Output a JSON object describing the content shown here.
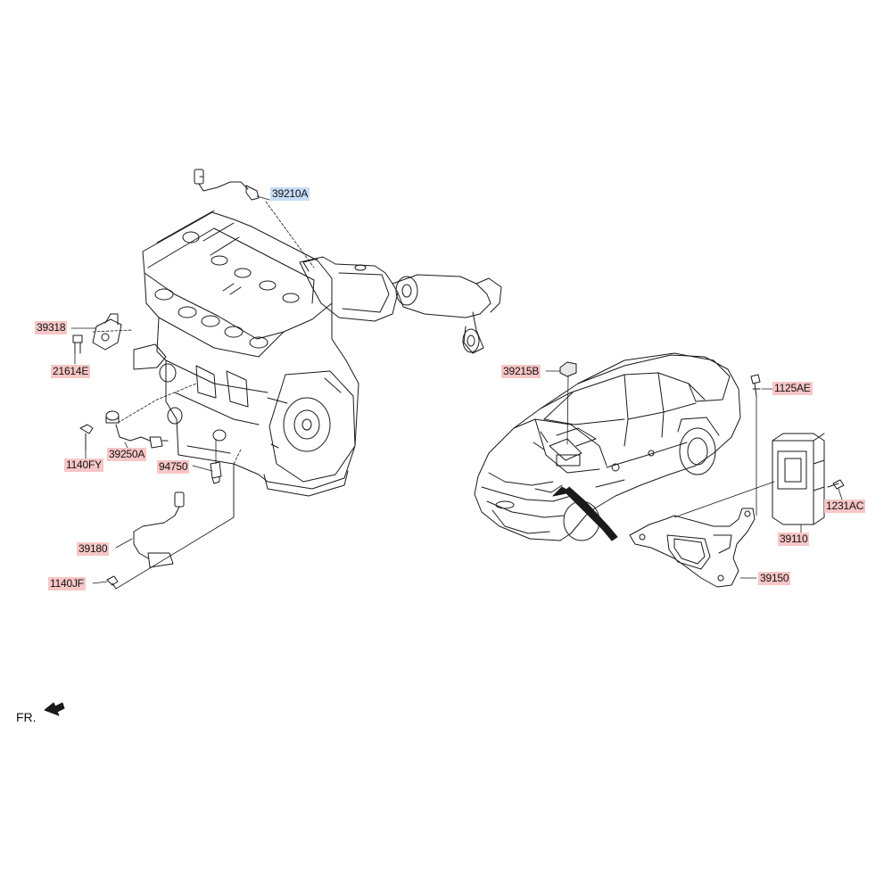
{
  "diagram": {
    "part_labels": {
      "p39210A": "39210A",
      "p39318": "39318",
      "p21614E": "21614E",
      "p1140FY": "1140FY",
      "p39250A": "39250A",
      "p94750": "94750",
      "p39180": "39180",
      "p1140JF": "1140JF",
      "p39215B": "39215B",
      "p1125AE": "1125AE",
      "p1231AC": "1231AC",
      "p39110": "39110",
      "p39150": "39150"
    },
    "orientation_label": "FR.",
    "colors": {
      "label_highlight_red": "#f7c6c6",
      "label_highlight_blue": "#c7dcf6",
      "line_art": "#1a1a1a"
    }
  }
}
